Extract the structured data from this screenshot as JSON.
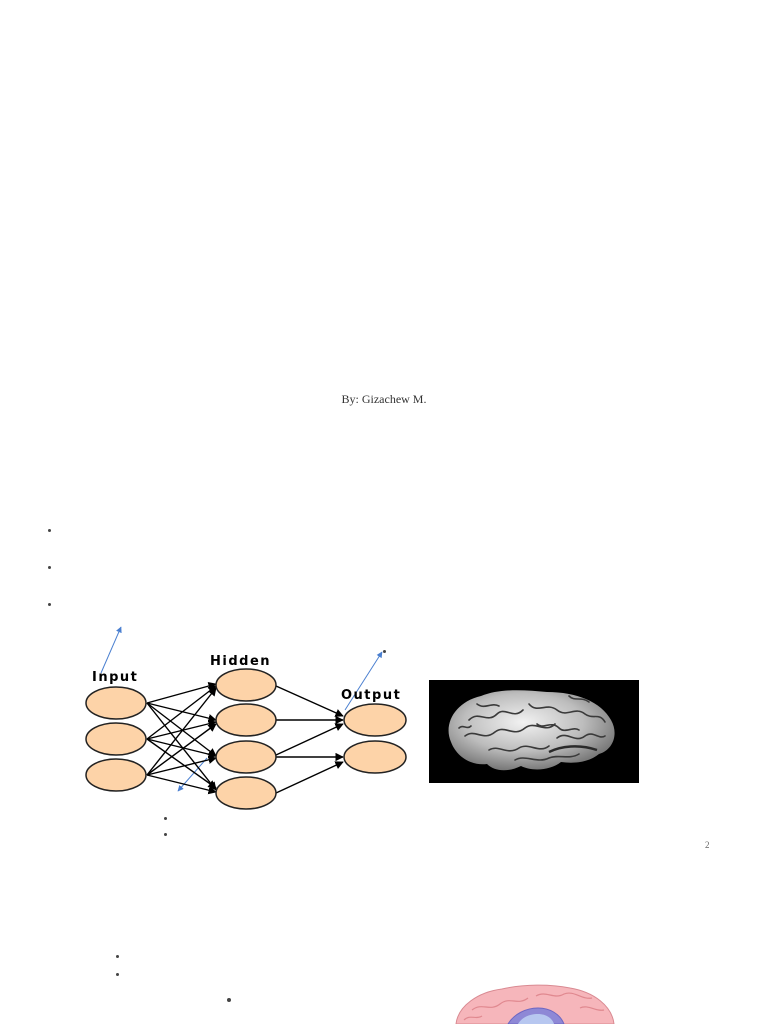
{
  "byline": "By: Gizachew M.",
  "figure": {
    "input_label": "Input",
    "hidden_label": "Hidden",
    "output_label": "Output",
    "node_fill": "#fdd3a8",
    "node_stroke": "#222222"
  },
  "brain_image": {
    "background": "#000000"
  },
  "page_number": "2"
}
